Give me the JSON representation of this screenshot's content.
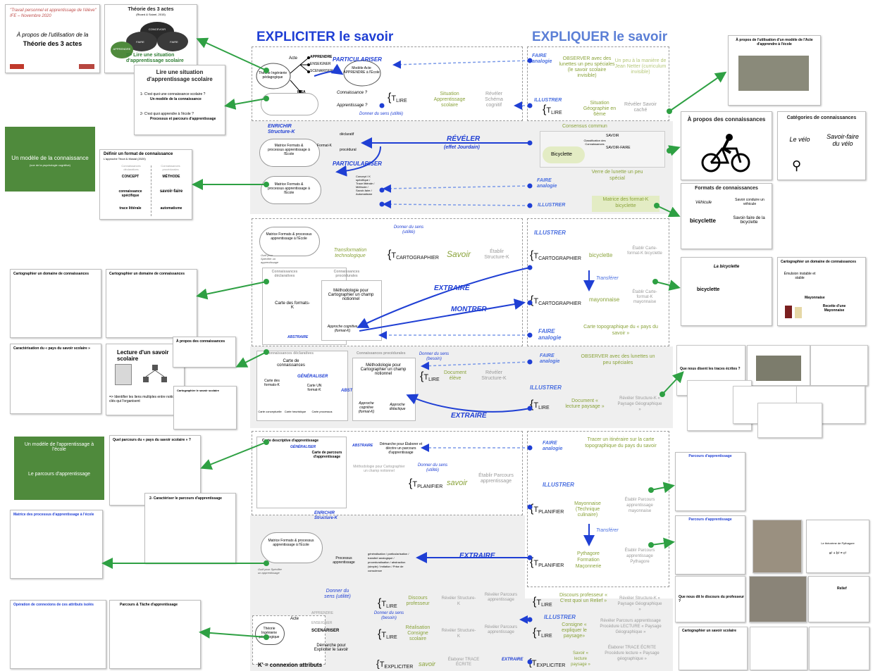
{
  "header": {
    "left_title": "EXPLICITER le savoir",
    "right_title": "EXPLIQUER le savoir"
  },
  "cover": {
    "quote": "\"Travail personnel et apprentissage de l'élève\"",
    "date": "IFE – Novembre 2020",
    "title_line1": "À propos de l'utilisation de la",
    "title_line2": "Théorie des 3 actes"
  },
  "theorie_card": {
    "title": "Théorie des 3 actes",
    "subtitle": "(Ricard & Sciarri, 2015)",
    "link": "=> Lire une situation d'apprentissage scolaire"
  },
  "lire_card": {
    "title_l1": "Lire une situation",
    "title_l2": "d'apprentissage scolaire",
    "q1": "1- C'est quoi une connaissance scolaire ?",
    "a1": "Un modèle de la connaissance",
    "q2": "2- C'est quoi apprendre à l'école ?",
    "a2": "Processus et parcours d'apprentissage"
  },
  "green_modele": {
    "title": "Un modèle de la connaissance",
    "sub": "(vue de la psychologie cognitive)"
  },
  "definir_card": {
    "title": "Définir un format de connaissance",
    "subtitle": "L'approche Tricot & Musial (2020)",
    "col1_head": "Connaissances déclaratives",
    "col2_head": "Connaissances procédurales",
    "concept": "CONCEPT",
    "methode": "MÉTHODE",
    "conn_spec": "connaissance spécifique",
    "savoir_faire": "savoir-faire",
    "trace": "trace littérale",
    "auto": "automatisme"
  },
  "row1": {
    "acte": "Acte",
    "apprendre": "APPRENDRE",
    "enseigner": "ENSEIGNER",
    "scenariser": "SCENARISER",
    "theorie": "Théorie Ingénierie pédagogique",
    "ipsa": "IPSA",
    "particulariser": "PARTICULARISER",
    "modele": "Modèle Acte APPRENDRE à l'École",
    "connaissance_q": "Connaissance ?",
    "apprentissage_q": "Apprentissage ?",
    "donner_sens": "Donner du sens (utilité)",
    "f1_T": "T",
    "f1_sub": "LIRE",
    "f1_a": "Situation Apprentissage scolaire",
    "f1_b": "Révéler Schéma cognitif",
    "faire_analogie": "FAIRE analogie",
    "observer": "OBSERVER avec des lunettes un peu spéciales (le savoir scolaire invisible)",
    "netter": "Un peu à la manière de Jean Netter (curriculum invisible)",
    "illustrer": "ILLUSTRER",
    "f2_T": "T",
    "f2_sub": "LIRE",
    "f2_a": "Situation Géographie en 6ème",
    "f2_b": "Révéler Savoir caché"
  },
  "row2": {
    "enrichir": "ENRICHIR Structure-K",
    "matrice": "Matrice Formats & processus apprentissage à l'École",
    "format_k": "Format-K",
    "declaratif": "déclaratif",
    "procedural": "procédural",
    "reveler": "RÉVÉLER",
    "effet": "(effet Jourdain)",
    "consensus": "Consensus commun",
    "bicyclette": "Bicyclette",
    "classification": "Classification des Connaissances",
    "savoir": "SAVOIR",
    "savoir_faire": "SAVOIR-FAIRE",
    "particulariser": "PARTICULARISER",
    "concept_list": "Concept / K spécifique / Trace littérale / Méthode / Savoir-faire / Automatisme",
    "faire_analogie": "FAIRE analogie",
    "verre": "Verre de lunette un peu spécial",
    "illustrer": "ILLUSTRER",
    "matrice_bicyclette": "Matrice des format-K bicyclette"
  },
  "row3": {
    "donner_sens": "Donner du sens (utilité)",
    "outil": "Outil pour Spécifier un apprentissage",
    "transformation": "Transformation technologique",
    "f_T": "T",
    "f_sub": "CARTOGRAPHIER",
    "f_a": "Savoir",
    "f_b": "Établir Structure-K",
    "illustrer": "ILLUSTRER",
    "f2_a": "bicyclette",
    "f2_b": "Établir Carte-format-K bicyclette",
    "conn_decl": "Connaissances déclaratives",
    "conn_proc": "Connaissances procédurales",
    "carte_formats": "Carte des formats-K",
    "methodo": "Méthodologie pour Cartographier un champ notionnel",
    "extraire": "EXTRAIRE",
    "montrer": "MONTRER",
    "transferer": "Transférer",
    "f3_a": "mayonnaise",
    "f3_b": "Établir Carte-format-K mayonnaise",
    "abstraire": "ABSTRAIRE",
    "approche": "Approche cognitive (format-K)",
    "faire_analogie": "FAIRE analogie",
    "carte_topo": "Carte topographique du « pays du savoir »"
  },
  "row4": {
    "conn_decl": "Connaissances déclaratives",
    "conn_proc": "Connaissances procédurales",
    "carte_conn": "Carte de connaissances",
    "generaliser": "GÉNÉRALISER",
    "carte_formats": "Carte des formats-K",
    "carte_un": "Carte UN format-K",
    "abstraire": "ABSTRAIRE",
    "carte_conceptuelle": "Carte conceptuelle",
    "carte_heuristique": "Carte heuristique",
    "carte_processus": "Carte processus",
    "methodo": "Méthodologie pour Cartographier un champ notionnel",
    "approche_cog": "Approche cognitive (format-K)",
    "approche_did": "Approche didactique",
    "donner_sens": "Donner du sens (besoin)",
    "f_a": "Document élève",
    "f_b": "Révéler Structure-K",
    "faire_analogie": "FAIRE analogie",
    "observer": "OBSERVER avec des lunettes un peu spéciales",
    "illustrer": "ILLUSTRER",
    "extraire": "EXTRAIRE",
    "f2_a": "Document « lecture paysage »",
    "f2_b": "Révéler Structure-K « Paysage Géographique »"
  },
  "row5": {
    "carte_desc": "Carte descriptive d'apprentissage",
    "generaliser": "GÉNÉRALISER",
    "carte_parcours": "Carte de parcours d'apprentissage",
    "abstraire": "ABSTRAIRE",
    "demarche": "Démarche pour Élaborer et décrire un parcours d'apprentissage",
    "methodo": "Méthodologie pour Cartographier un champ notionnel",
    "donner_sens": "Donner du sens (utilité)",
    "f_T": "T",
    "f_sub": "PLANIFIER",
    "f_a": "savoir",
    "f_b": "Établir Parcours apprentissage",
    "faire_analogie": "FAIRE analogie",
    "tracer": "Tracer un itinéraire sur la carte topographique du pays du savoir",
    "illustrer": "ILLUSTRER",
    "f2_a": "Mayonnaise (Technique culinaire)",
    "f2_b": "Établir Parcours apprentissage mayonnaise",
    "transferer": "Transférer",
    "f3_a": "Pythagore Formation Maçonnerie",
    "f3_b": "Établir Parcours apprentissage Pythagore",
    "enrichir": "ENRICHIR Structure-K",
    "matrice": "Matrice Formats & processus apprentissage à l'École",
    "processus": "Processus apprentissage",
    "process_list": "généralisation / particularisation / transfert analogique / proceduralisation / abstraction (simple) / imitation / Prise de conscience",
    "extraire": "EXTRAIRE",
    "outil": "Outil pour Spécifier un apprentissage"
  },
  "row6": {
    "donner_sens": "Donner du sens (utilité)",
    "f1_a": "Discours professeur",
    "f1_b": "Révéler Structure-K",
    "f1_c": "Révéler Parcours apprentissage",
    "f2_a": "Discours professeur « C'est quoi un Relief »",
    "f2_b": "Révéler Structure-K « Paysage Géographique »",
    "donner_besoin": "Donner du sens (besoin)",
    "f3_a": "Réalisation Consigne scolaire",
    "f3_b": "Révéler Structure-K",
    "f3_c": "Révéler Parcours apprentissage",
    "illustrer": "ILLUSTRER",
    "f4_a": "Consigne « expliquer le paysage»",
    "f4_b": "Révéler Parcours apprentissage Procédure LECTURE « Paysage Géographique »",
    "theorie": "Théorie Ingénierie pédagogique",
    "acte": "Acte",
    "apprendre": "APPRENDRE",
    "enseigner": "ENSEIGNER",
    "scenariser": "SCENARISER",
    "demarche": "Démarche pour Expliciter le savoir",
    "k_def": "K' = connexion attributs",
    "f5_sub": "EXPLICITER",
    "f5_a": "savoir",
    "f5_b": "Élaborer TRACE ÉCRITE",
    "extraire": "EXTRAIRE",
    "f6_sub": "EXPLICITER",
    "f6_a": "Savoir « lecture paysage »",
    "f6_b": "Élaborer TRACE ÉCRITE Procédure lecture « Paysage géographique »"
  },
  "right_cards": {
    "propos_acte": "À propos de l'utilisation d'un modèle de l'Acte d'apprendre à l'école",
    "propos_conn": "À propos des connaissances",
    "categories": "Catégories de connaissances",
    "le_velo": "Le vélo",
    "savoir_faire_velo": "Savoir-faire du vélo",
    "formats": "Formats de connaissances",
    "vehicule": "Véhicule",
    "bicyclette": "bicyclette",
    "savoir_conduire": "Savoir conduire un véhicule",
    "savoir_faire_bic": "Savoir-faire de la bicyclette",
    "carte_bic": "La bicyclette",
    "carto_conn": "Cartographier un domaine de connaissances",
    "emulsion": "Émulsion instable et stable",
    "mayonnaise": "Mayonnaise",
    "recette": "Recette d'une Mayonnaise",
    "parcours": "Parcours d'apprentissage",
    "parcours2": "Parcours d'apprentissage",
    "pythagore": "Le théorème de Pythagore",
    "pyth_formula": "a² + b² = c²",
    "discours": "Que nous dit le discours du professeur ?",
    "traces": "Que nous disent les traces écrites ?",
    "relief": "Relief",
    "carto_savoir": "Cartographier un savoir scolaire"
  },
  "left_cards": {
    "carto1": "Cartographier un domaine de connaissances",
    "carto2": "Cartographier un domaine de connaissances",
    "pays": "Caractérisation du « pays du savoir scolaire »",
    "propos_conn": "À propos des connaissances",
    "lecture": "Lecture d'un savoir scolaire",
    "identifier": "=> Identifier les liens multiples entre notions clés qui l'organisent",
    "carto_savoir": "Cartographier le savoir scolaire",
    "green2_l1": "Un modèle de l'apprentissage à l'école",
    "green2_l2": "Le parcours d'apprentissage",
    "quel_parcours": "Quel parcours du « pays du savoir scolaire » ?",
    "caracteriser": "2- Caractériser le parcours d'apprentissage",
    "matrice": "Matrice des processus d'apprentissage à l'école",
    "operation": "Opération de connexions de ces attributs isolés",
    "parcours_tache": "Parcours & Tâche d'apprentissage"
  },
  "colors": {
    "blue": "#1f3fd4",
    "light_blue": "#4a6fe0",
    "olive": "#8aa33a",
    "green_arrow": "#2ea043",
    "green_panel": "#4f8a3c",
    "band": "#efefef"
  }
}
